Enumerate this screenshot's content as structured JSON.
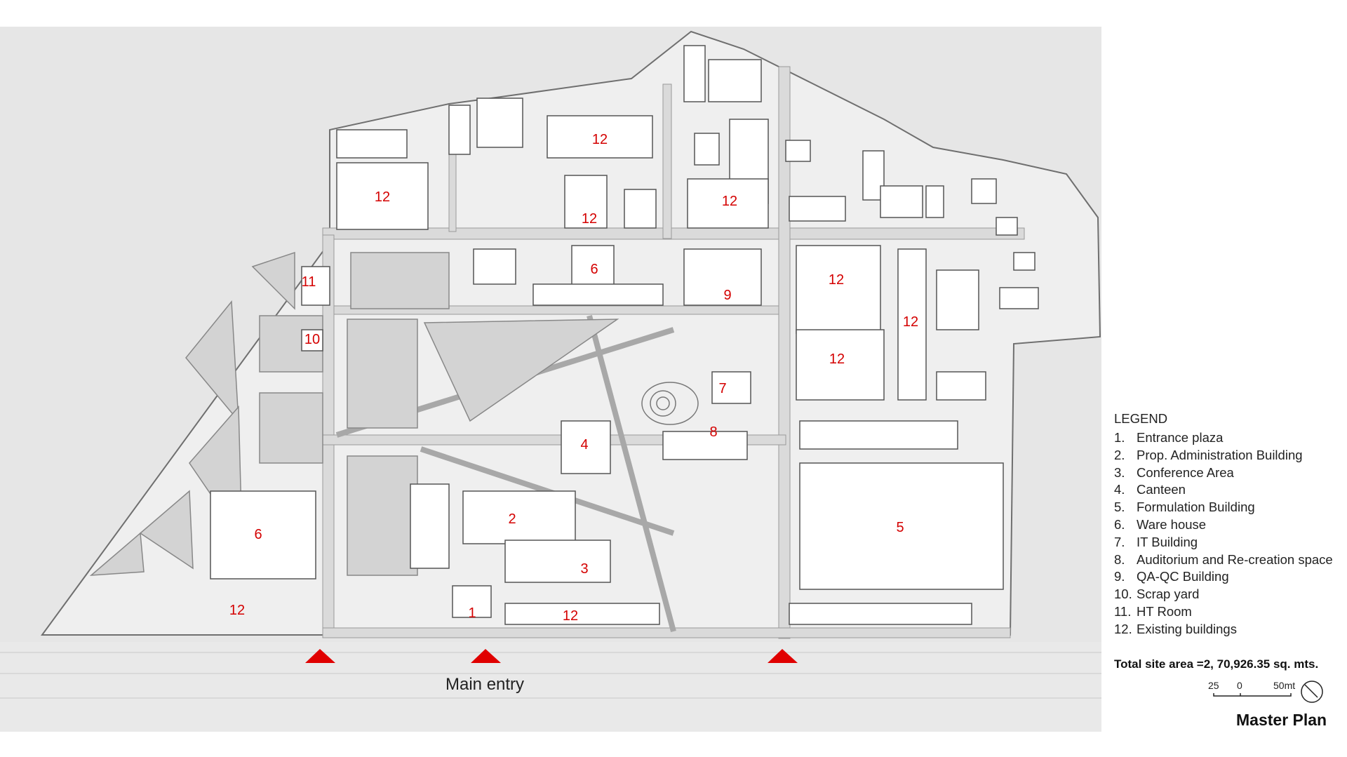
{
  "legend": {
    "title": "LEGEND",
    "items": [
      {
        "num": "1.",
        "label": "Entrance  plaza"
      },
      {
        "num": "2.",
        "label": "Prop. Administration Building"
      },
      {
        "num": "3.",
        "label": "Conference Area"
      },
      {
        "num": "4.",
        "label": "Canteen"
      },
      {
        "num": "5.",
        "label": "Formulation Building"
      },
      {
        "num": "6.",
        "label": "Ware house"
      },
      {
        "num": "7.",
        "label": "IT Building"
      },
      {
        "num": "8.",
        "label": "Auditorium and Re-creation space"
      },
      {
        "num": "9.",
        "label": "QA-QC Building"
      },
      {
        "num": "10.",
        "label": "Scrap yard"
      },
      {
        "num": "11.",
        "label": "HT Room"
      },
      {
        "num": "12.",
        "label": "Existing buildings"
      }
    ]
  },
  "site_area": "Total site area =2, 70,926.35 sq. mts.",
  "scale": {
    "labels": [
      "25",
      "0",
      "50mt"
    ]
  },
  "plan_title": "Master Plan",
  "entry_label": "Main entry",
  "building_labels": [
    "12",
    "12",
    "12",
    "12",
    "12",
    "6",
    "12",
    "11",
    "9",
    "12",
    "12",
    "10",
    "7",
    "8",
    "4",
    "6",
    "2",
    "5",
    "3",
    "12",
    "1",
    "12"
  ],
  "colors": {
    "label_red": "#d40000",
    "marker_red": "#e00000",
    "site_fill": "#ebebeb",
    "building_fill": "#ffffff",
    "road": "#d8d8d8",
    "line": "#777777"
  }
}
